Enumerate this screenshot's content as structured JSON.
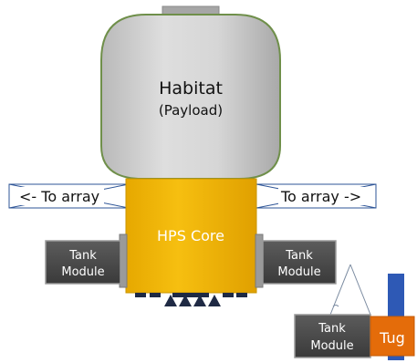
{
  "habitat": {
    "title": "Habitat",
    "subtitle": "(Payload)"
  },
  "core": {
    "label": "HPS Core"
  },
  "array_left": {
    "label": "<- To array"
  },
  "array_right": {
    "label": "To array ->"
  },
  "tank_left": {
    "line1": "Tank",
    "line2": "Module"
  },
  "tank_right": {
    "line1": "Tank",
    "line2": "Module"
  },
  "tank_tug": {
    "line1": "Tank",
    "line2": "Module"
  },
  "tug": {
    "label": "Tug"
  },
  "colors": {
    "habitat_fill": "#c9c9c9",
    "habitat_stroke": "#5a7a3a",
    "core_fill": "#f2b705",
    "tank_fill": "#4d4d4d",
    "tug_fill": "#e46c0a",
    "array_stroke": "#2e5597",
    "tug_array": "#2e59b5",
    "engine": "#1f2a44",
    "text_light": "#ffffff",
    "text_dark": "#111111"
  }
}
